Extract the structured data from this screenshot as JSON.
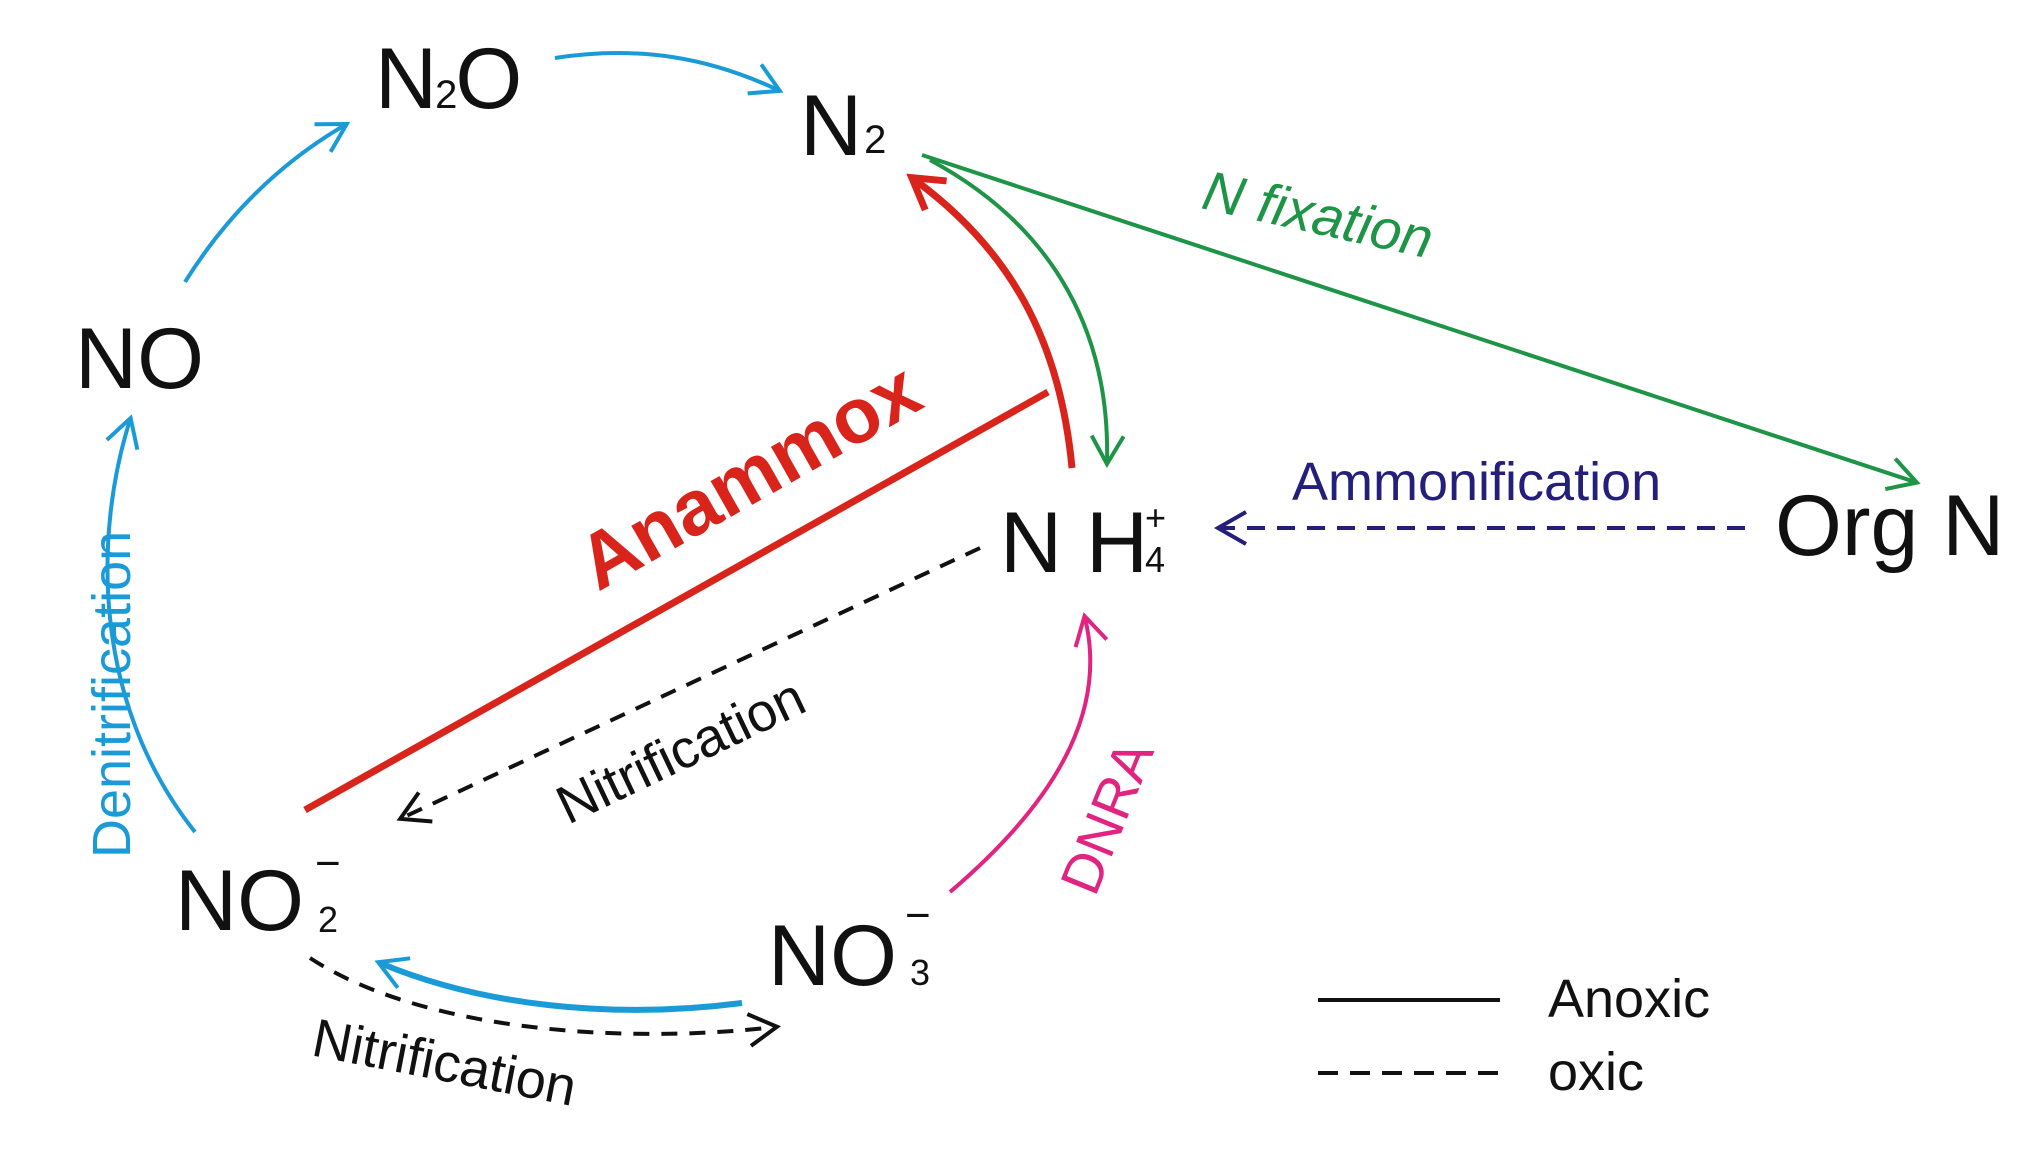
{
  "species": {
    "n2o": {
      "main": "N",
      "sub": "2",
      "tail": "O"
    },
    "n2": {
      "main": "N",
      "sub": "2"
    },
    "no": {
      "main": "NO"
    },
    "nh4": {
      "main": "N H",
      "sup": "+",
      "sub": "4"
    },
    "org_n": {
      "main": "Org N"
    },
    "no2": {
      "main": "NO",
      "sup": "−",
      "sub": "2"
    },
    "no3": {
      "main": "NO",
      "sup": "−",
      "sub": "3"
    }
  },
  "processes": {
    "anammox": "Anammox",
    "n_fixation": "N fixation",
    "ammonification": "Ammonification",
    "denitrification": "Denitrification",
    "nitrification_upper": "Nitrification",
    "nitrification_lower": "Nitrification",
    "dnra": "DNRA"
  },
  "legend": {
    "anoxic": "Anoxic",
    "oxic": "oxic"
  },
  "colors": {
    "denitrification": "#1a9ad6",
    "anammox": "#d9241c",
    "n_fixation": "#1e9447",
    "ammonification": "#231f7a",
    "dnra": "#e0247f",
    "nitrification": "#111111"
  }
}
